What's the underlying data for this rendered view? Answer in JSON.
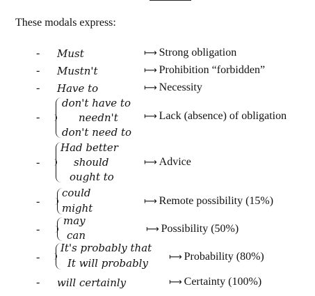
{
  "intro": "These modals express:",
  "bullet": "-",
  "rows": [
    {
      "modals": [
        "Must"
      ],
      "meaning": "Strong obligation"
    },
    {
      "modals": [
        "Mustn't"
      ],
      "meaning": "Prohibition “forbidden”"
    },
    {
      "modals": [
        "Have to"
      ],
      "meaning": "Necessity"
    },
    {
      "modals": [
        "don't have to",
        "needn't",
        "don't need to"
      ],
      "meaning": "Lack (absence) of obligation"
    },
    {
      "modals": [
        "Had better",
        "should",
        "ought to"
      ],
      "meaning": "Advice"
    },
    {
      "modals": [
        "could",
        "might"
      ],
      "meaning": "Remote possibility (15%)"
    },
    {
      "modals": [
        "may",
        "can"
      ],
      "meaning": "Possibility (50%)"
    },
    {
      "modals": [
        "It's probably that",
        "It will probably"
      ],
      "meaning": "Probability (80%)"
    },
    {
      "modals": [
        "will certainly"
      ],
      "meaning": "Certainty (100%)"
    }
  ],
  "arrow_glyph": "⟼"
}
